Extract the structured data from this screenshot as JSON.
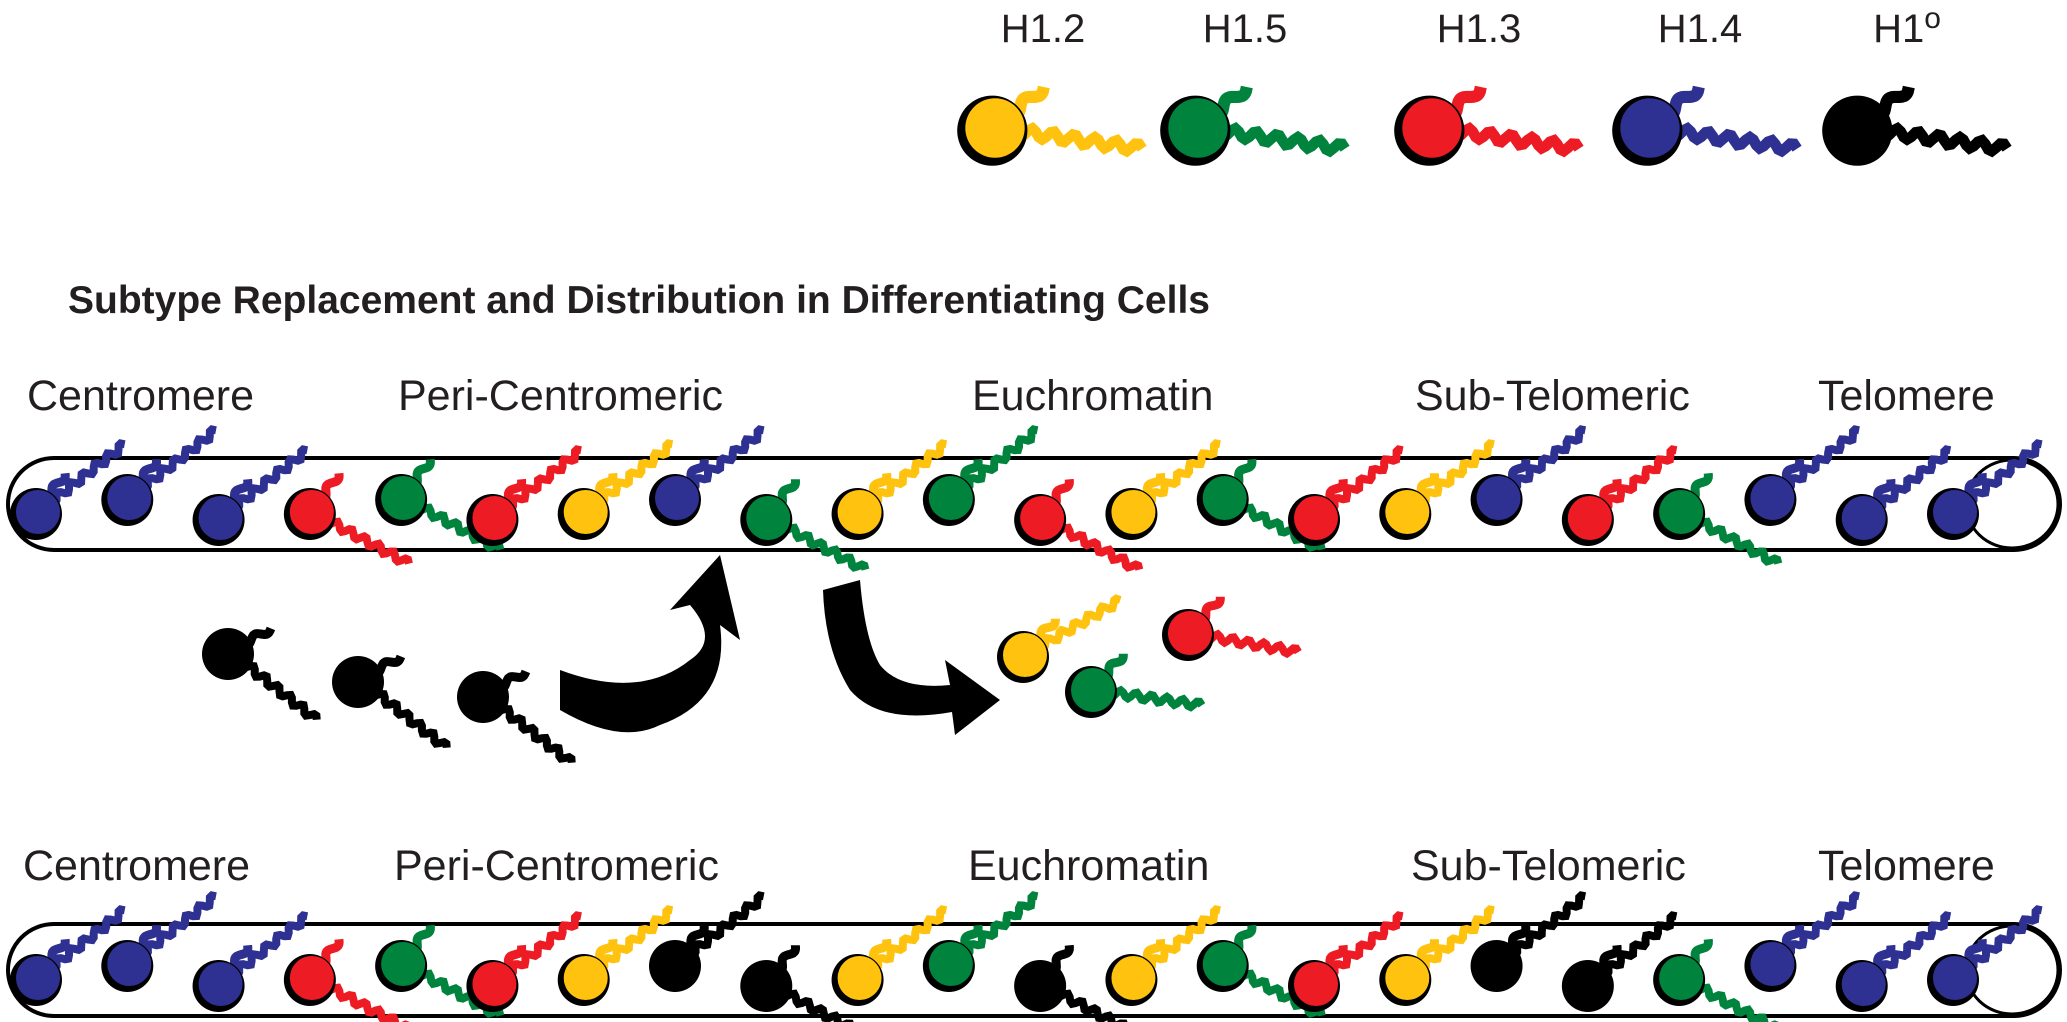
{
  "colors": {
    "H1.2": "#ffc20e",
    "H1.5": "#00843d",
    "H1.3": "#ed1c24",
    "H1.4": "#2e3192",
    "H1o": "#000000",
    "outline": "#000000",
    "text": "#231f20"
  },
  "legend": [
    {
      "id": "h1-2",
      "label": "H1.2",
      "color_key": "H1.2"
    },
    {
      "id": "h1-5",
      "label": "H1.5",
      "color_key": "H1.5"
    },
    {
      "id": "h1-3",
      "label": "H1.3",
      "color_key": "H1.3"
    },
    {
      "id": "h1-4",
      "label": "H1.4",
      "color_key": "H1.4"
    },
    {
      "id": "h1-0",
      "label": "H1",
      "superscript": "o",
      "color_key": "H1o"
    }
  ],
  "title": "Subtype Replacement and Distribution in Differentiating Cells",
  "regions": [
    "Centromere",
    "Peri-Centromeric",
    "Euchromatin",
    "Sub-Telomeric",
    "Telomere"
  ],
  "top_strand": [
    "H1.4",
    "H1.4",
    "H1.4",
    "H1.3",
    "H1.5",
    "H1.3",
    "H1.2",
    "H1.4",
    "H1.5",
    "H1.2",
    "H1.5",
    "H1.3",
    "H1.2",
    "H1.5",
    "H1.3",
    "H1.2",
    "H1.4",
    "H1.3",
    "H1.5",
    "H1.4",
    "H1.4",
    "H1.4"
  ],
  "bottom_strand": [
    "H1.4",
    "H1.4",
    "H1.4",
    "H1.3",
    "H1.5",
    "H1.3",
    "H1.2",
    "H1o",
    "H1o",
    "H1.2",
    "H1.5",
    "H1o",
    "H1.2",
    "H1.5",
    "H1.3",
    "H1.2",
    "H1o",
    "H1o",
    "H1.5",
    "H1.4",
    "H1.4",
    "H1.4"
  ],
  "incoming": [
    "H1o",
    "H1o",
    "H1o"
  ],
  "released": [
    "H1.2",
    "H1.3",
    "H1.5"
  ]
}
